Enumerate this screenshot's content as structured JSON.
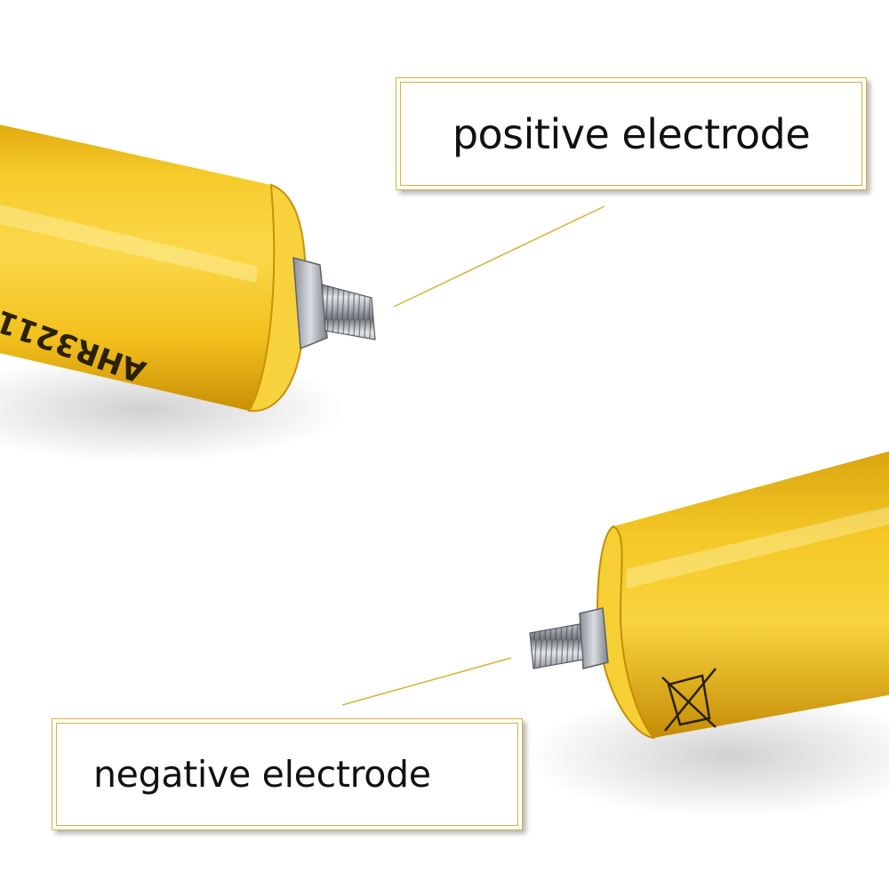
{
  "labels": {
    "positive": "positive electrode",
    "negative": "negative electrode"
  },
  "cell_marking": "AHR3211",
  "colors": {
    "casing": "#f2c21a",
    "label_border": "#d8b23a",
    "leader_line": "#d8b23a",
    "terminal": "#a9adb3"
  }
}
